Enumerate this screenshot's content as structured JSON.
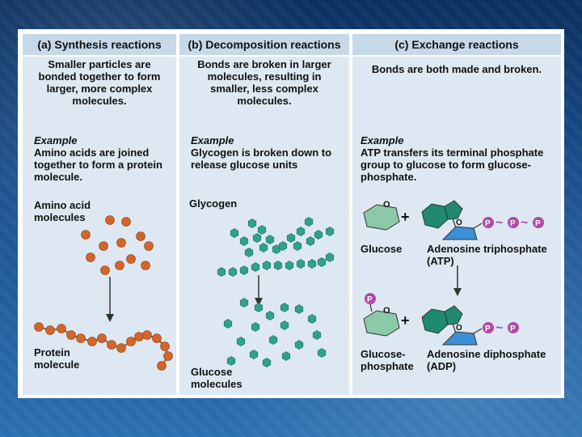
{
  "panels": {
    "synthesis": {
      "header": "(a) Synthesis reactions",
      "description": [
        "Smaller particles are",
        "bonded together to form",
        "larger, more complex",
        "molecules."
      ],
      "example_title": "Example",
      "example_text": [
        "Amino acids are joined",
        "together to form a protein",
        "molecule."
      ],
      "label_top": [
        "Amino acid",
        "molecules"
      ],
      "label_bottom": [
        "Protein",
        "molecule"
      ]
    },
    "decomposition": {
      "header": "(b) Decomposition reactions",
      "description": [
        "Bonds are broken in larger",
        "molecules, resulting in",
        "smaller, less complex",
        "molecules."
      ],
      "example_title": "Example",
      "example_text": [
        "Glycogen is broken down to",
        "release glucose units"
      ],
      "label_top": [
        "Glycogen"
      ],
      "label_bottom": [
        "Glucose",
        "molecules"
      ]
    },
    "exchange": {
      "header": "(c) Exchange reactions",
      "description": [
        "Bonds are both made and broken."
      ],
      "example_title": "Example",
      "example_text": [
        "ATP transfers its terminal phosphate",
        "group to glucose to form glucose-",
        "phosphate."
      ],
      "label_glucose": [
        "Glucose"
      ],
      "label_atp": [
        "Adenosine triphosphate",
        "(ATP)"
      ],
      "label_glucose_phosphate": [
        "Glucose-",
        "phosphate"
      ],
      "label_adp": [
        "Adenosine diphosphate",
        "(ADP)"
      ],
      "ring_o": "O",
      "plus": "+",
      "phosphate": "P",
      "tilde": "~"
    }
  },
  "colors": {
    "amino_acid": "#d4652a",
    "glucose_unit": "#2fa38a",
    "glucose_ring": "#8cc9a8",
    "ribose_ring": "#3d8fd6",
    "adenine": "#1f8a70",
    "phosphate": "#b04aa6",
    "bond": "#8e6a3b"
  }
}
